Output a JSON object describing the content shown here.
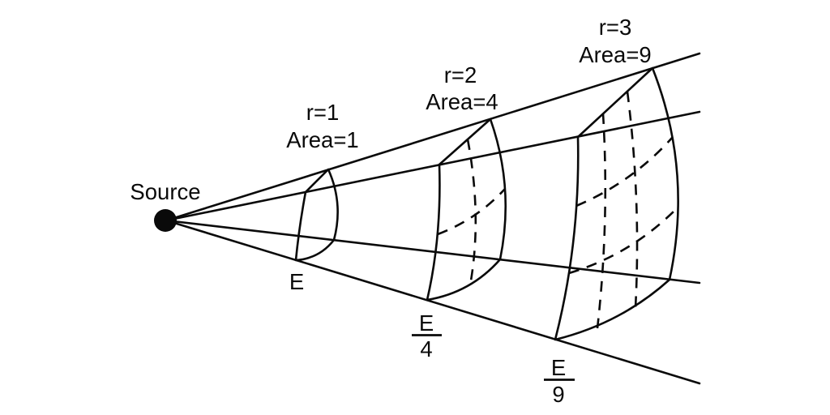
{
  "diagram": {
    "kind": "inverse-square-law",
    "colors": {
      "ink": "#0a0a0a",
      "background": "#ffffff"
    },
    "source": {
      "label": "Source"
    },
    "shells": [
      {
        "r": "r=1",
        "area": "Area=1",
        "energy": {
          "num": "E",
          "den": ""
        }
      },
      {
        "r": "r=2",
        "area": "Area=4",
        "energy": {
          "num": "E",
          "den": "4"
        }
      },
      {
        "r": "r=3",
        "area": "Area=9",
        "energy": {
          "num": "E",
          "den": "9"
        }
      }
    ]
  }
}
